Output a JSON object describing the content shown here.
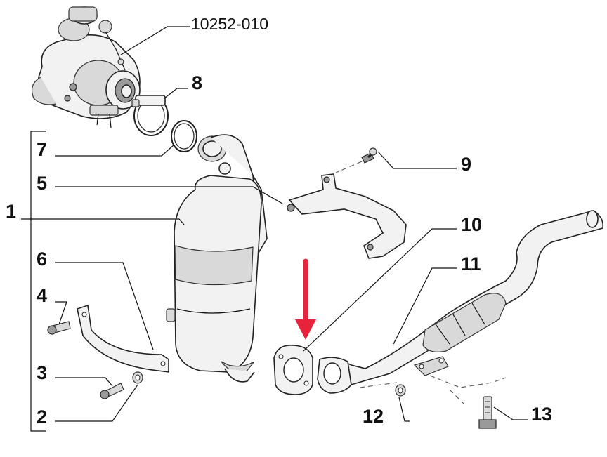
{
  "reference_number": "10252-010",
  "callouts": {
    "c1": "1",
    "c2": "2",
    "c3": "3",
    "c4": "4",
    "c5": "5",
    "c6": "6",
    "c7": "7",
    "c8": "8",
    "c9": "9",
    "c10": "10",
    "c11": "11",
    "c12": "12",
    "c13": "13"
  },
  "colors": {
    "highlight_arrow": "#e8223b",
    "line": "#111111",
    "background": "#ffffff"
  },
  "highlighted_part": "10"
}
